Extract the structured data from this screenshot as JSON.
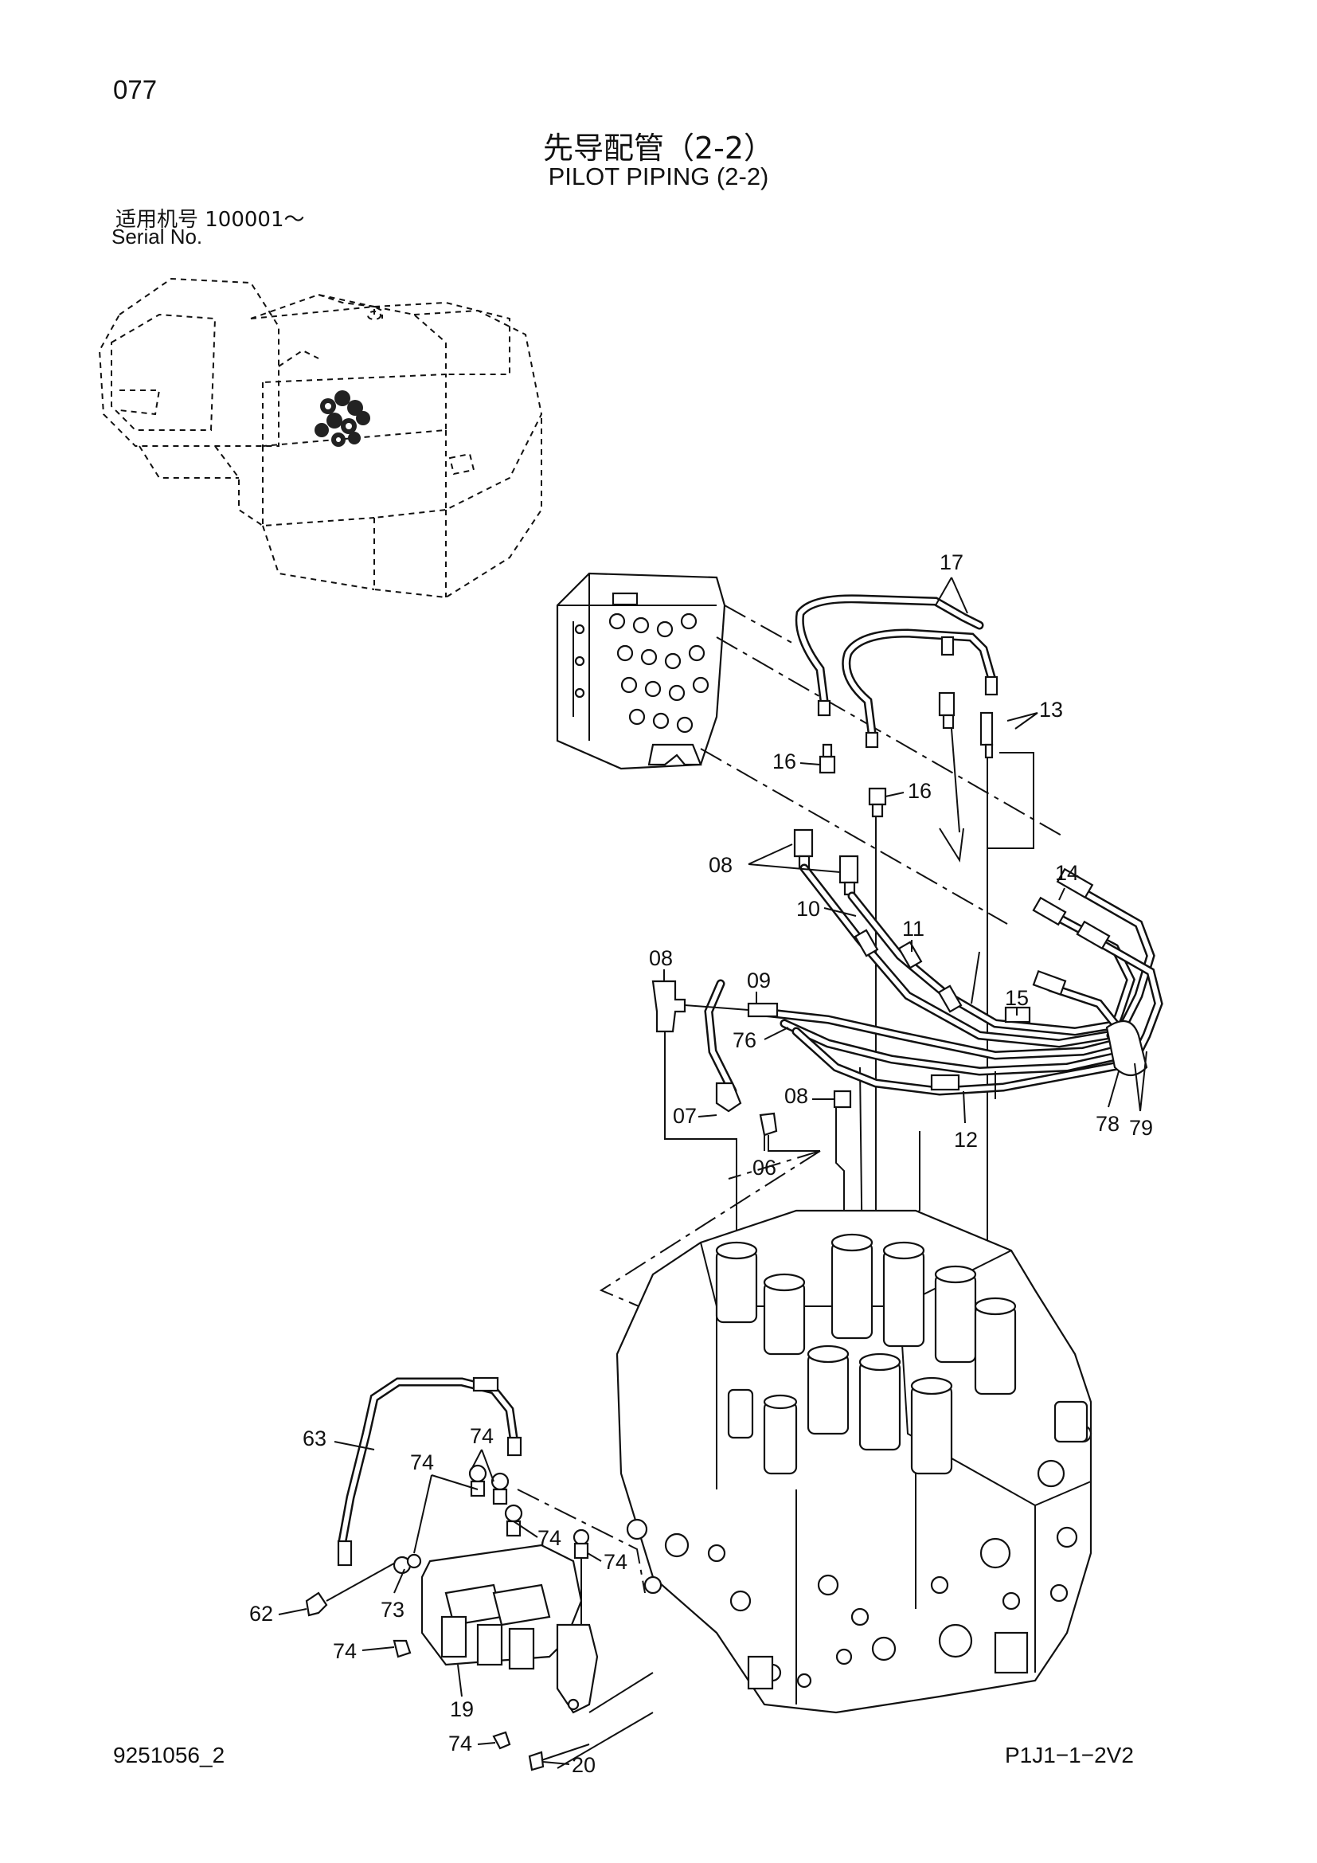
{
  "header": {
    "page_number": "077",
    "title_cn": "先导配管（2-2）",
    "title_en": "PILOT PIPING (2-2)",
    "serial_cn": "适用机号  100001～",
    "serial_en": "Serial No."
  },
  "footer": {
    "doc_code": "9251056_2",
    "figure_code": "P1J1−1−2V2"
  },
  "callouts": {
    "c17": "17",
    "c13": "13",
    "c16a": "16",
    "c16b": "16",
    "c08a": "08",
    "c14": "14",
    "c08b": "08",
    "c09": "09",
    "c10": "10",
    "c11": "11",
    "c15": "15",
    "c76": "76",
    "c08c": "08",
    "c07": "07",
    "c06": "06",
    "c12": "12",
    "c78": "78",
    "c79": "79",
    "c63": "63",
    "c74a": "74",
    "c74b": "74",
    "c74c": "74",
    "c74d": "74",
    "c74e": "74",
    "c74f": "74",
    "c62": "62",
    "c73": "73",
    "c19": "19",
    "c20": "20"
  }
}
